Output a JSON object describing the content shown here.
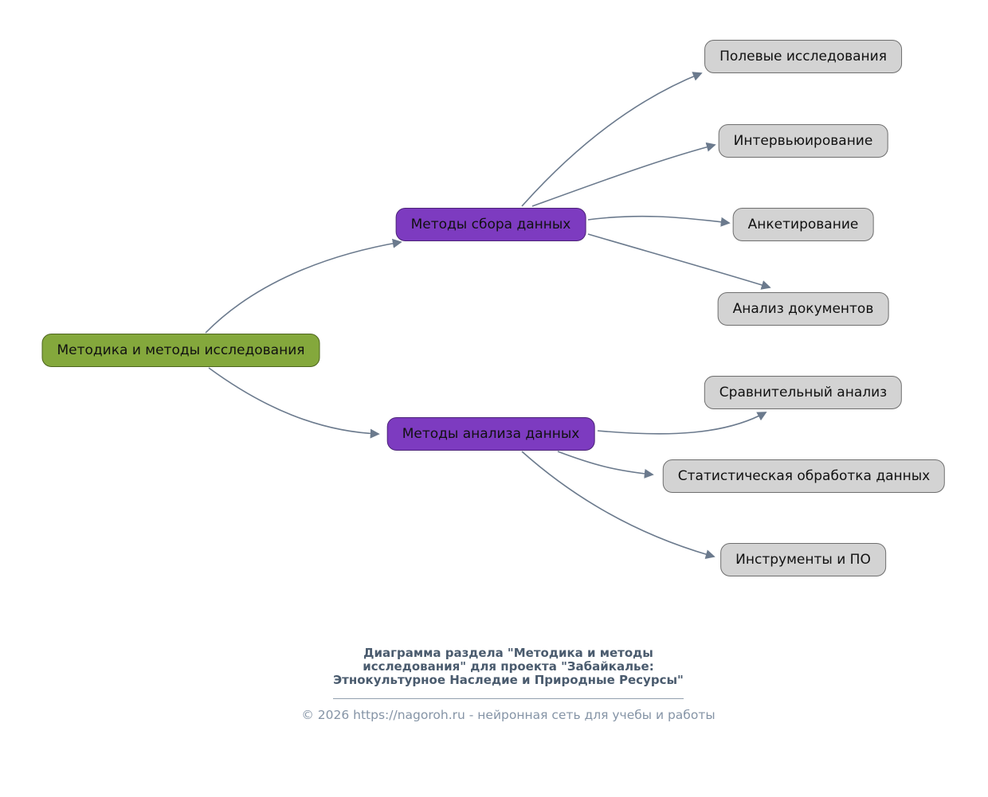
{
  "diagram": {
    "root": {
      "label": "Методика и методы исследования"
    },
    "branches": [
      {
        "label": "Методы сбора данных"
      },
      {
        "label": "Методы анализа данных"
      }
    ],
    "leaves": [
      {
        "label": "Полевые исследования"
      },
      {
        "label": "Интервьюирование"
      },
      {
        "label": "Анкетирование"
      },
      {
        "label": "Анализ документов"
      },
      {
        "label": "Сравнительный анализ"
      },
      {
        "label": "Статистическая обработка данных"
      },
      {
        "label": "Инструменты и ПО"
      }
    ],
    "colors": {
      "root_fill": "#84a83c",
      "root_border": "#4d651e",
      "branch_fill": "#7d3bc0",
      "branch_border": "#4b2377",
      "leaf_fill": "#d3d3d3",
      "leaf_border": "#6e6e6e",
      "arrow": "#6b7a8d"
    }
  },
  "footer": {
    "title_lines": [
      "Диаграмма раздела \"Методика и методы",
      "исследования\" для проекта \"Забайкалье:",
      "Этнокультурное Наследие и Природные Ресурсы\""
    ],
    "copyright": "© 2026 https://nagoroh.ru - нейронная сеть для учебы и работы"
  }
}
